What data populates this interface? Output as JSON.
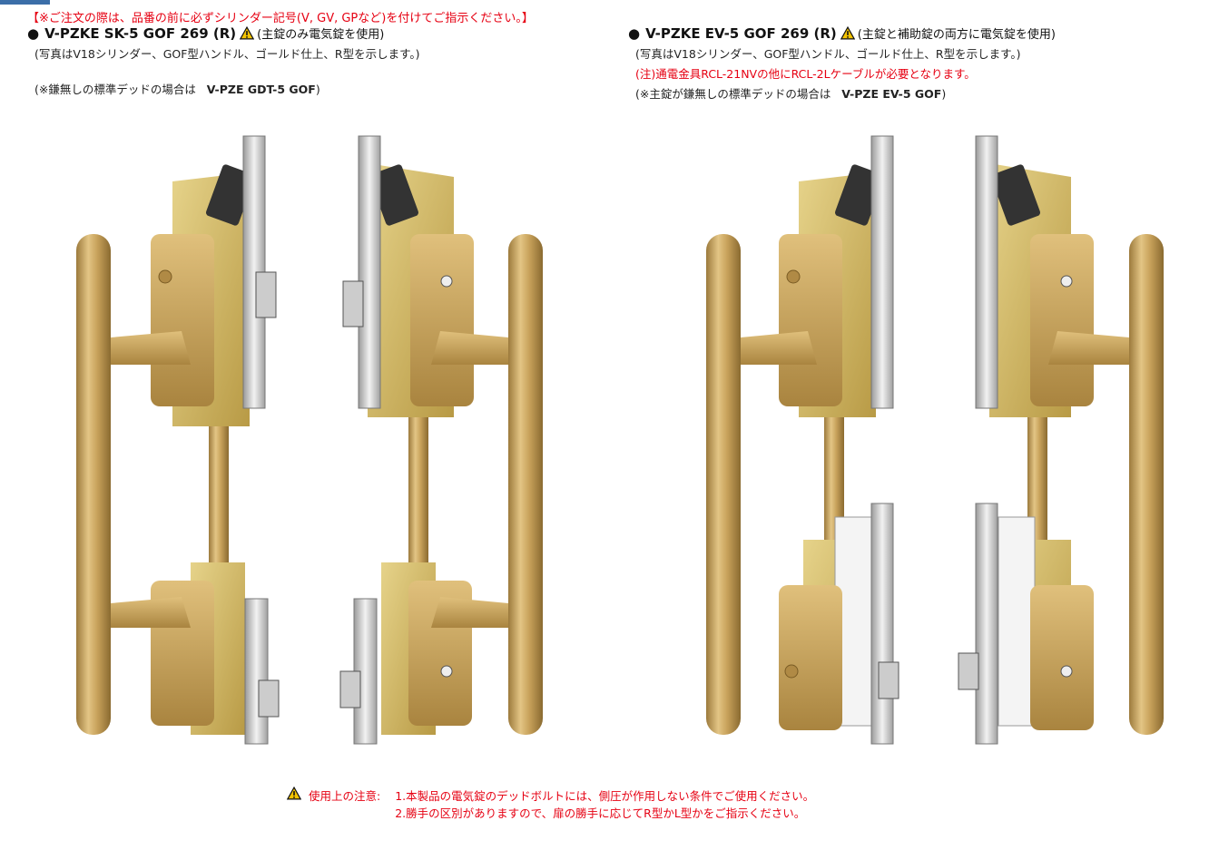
{
  "order_notice": "【※ご注文の際は、品番の前に必ずシリンダー記号(V, GV, GPなど)を付けてご指示ください。】",
  "products": [
    {
      "bullet": "●",
      "name": "V-PZKE SK-5 GOF 269 (R)",
      "note": "(主錠のみ電気錠を使用)",
      "photo_caption": "(写真はV18シリンダー、GOF型ハンドル、ゴールド仕上、R型を示します。)",
      "deadbolt_prefix": "(※鎌無しの標準デッドの場合は",
      "deadbolt_model": "V-PZE GDT-5 GOF",
      "deadbolt_suffix": ")"
    },
    {
      "bullet": "●",
      "name": "V-PZKE EV-5 GOF 269 (R)",
      "note": "(主錠と補助錠の両方に電気錠を使用)",
      "photo_caption": "(写真はV18シリンダー、GOF型ハンドル、ゴールド仕上、R型を示します。)",
      "red_note": "(注)通電金具RCL-21NVの他にRCL-2Lケーブルが必要となります。",
      "deadbolt_prefix": "(※主錠が鎌無しの標準デッドの場合は",
      "deadbolt_model": "V-PZE EV-5 GOF",
      "deadbolt_suffix": ")"
    }
  ],
  "caution": {
    "label": "使用上の注意:",
    "items": [
      "1.本製品の電気錠のデッドボルトには、側圧が作用しない条件でご使用ください。",
      "2.勝手の区別がありますので、扉の勝手に応じてR型かL型かをご指示ください。"
    ]
  },
  "colors": {
    "accent_red": "#e60012",
    "gold": "#c9a35c",
    "tab_blue": "#3b6ea8"
  },
  "icons": [
    "warning-icon"
  ]
}
